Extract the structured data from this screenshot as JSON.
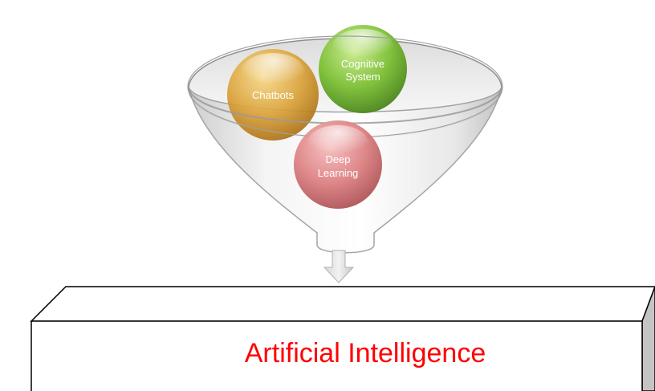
{
  "funnel": {
    "items": [
      {
        "id": "chatbots",
        "lines": [
          "Chatbots"
        ],
        "color": "#d9a22e"
      },
      {
        "id": "cognitive-system",
        "lines": [
          "Cognitive",
          "System"
        ],
        "color": "#7cc13a"
      },
      {
        "id": "deep-learning",
        "lines": [
          "Deep",
          "Learning"
        ],
        "color": "#d9787a"
      }
    ]
  },
  "result": {
    "label": "Artificial Intelligence",
    "color": "#ff0000"
  }
}
